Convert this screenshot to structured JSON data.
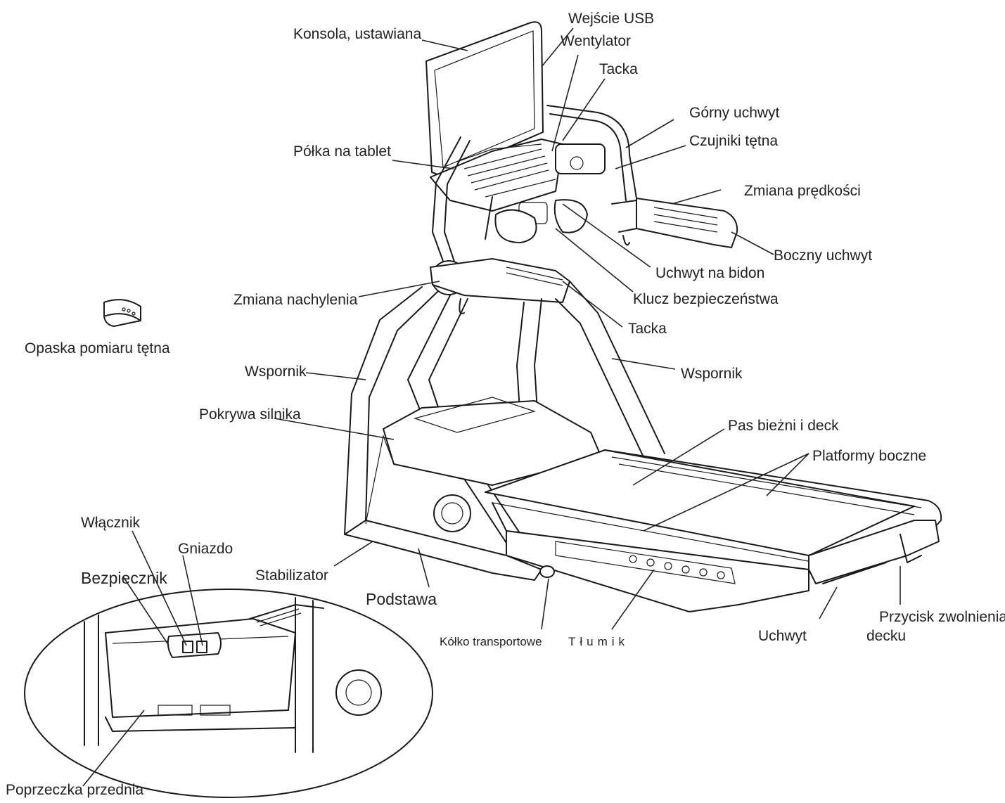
{
  "labels": {
    "usb": "Wejście USB",
    "console": "Konsola, ustawiana",
    "fan": "Wentylator",
    "tray_top": "Tacka",
    "upper_handle": "Górny uchwyt",
    "hr_sensors": "Czujniki tętna",
    "tablet_shelf": "Półka na tablet",
    "speed_change": "Zmiana prędkości",
    "side_handle": "Boczny uchwyt",
    "bottle_holder": "Uchwyt na bidon",
    "safety_key": "Klucz bezpieczeństwa",
    "incline_change": "Zmiana nachylenia",
    "tray_bottom": "Tacka",
    "hr_strap": "Opaska pomiaru tętna",
    "support_left": "Wspornik",
    "support_right": "Wspornik",
    "motor_cover": "Pokrywa silnika",
    "belt_deck": "Pas bieżni i deck",
    "side_platforms": "Platformy boczne",
    "power_switch": "Włącznik",
    "socket": "Gniazdo",
    "fuse": "Bezpiecznik",
    "stabilizer": "Stabilizator",
    "base": "Podstawa",
    "wheel": "Kółko transportowe",
    "damper": "Tłumik",
    "handle": "Uchwyt",
    "deck_release_1": "Przycisk zwolnienia",
    "deck_release_2": "decku",
    "front_crossbar": "Poprzeczka przednia"
  }
}
